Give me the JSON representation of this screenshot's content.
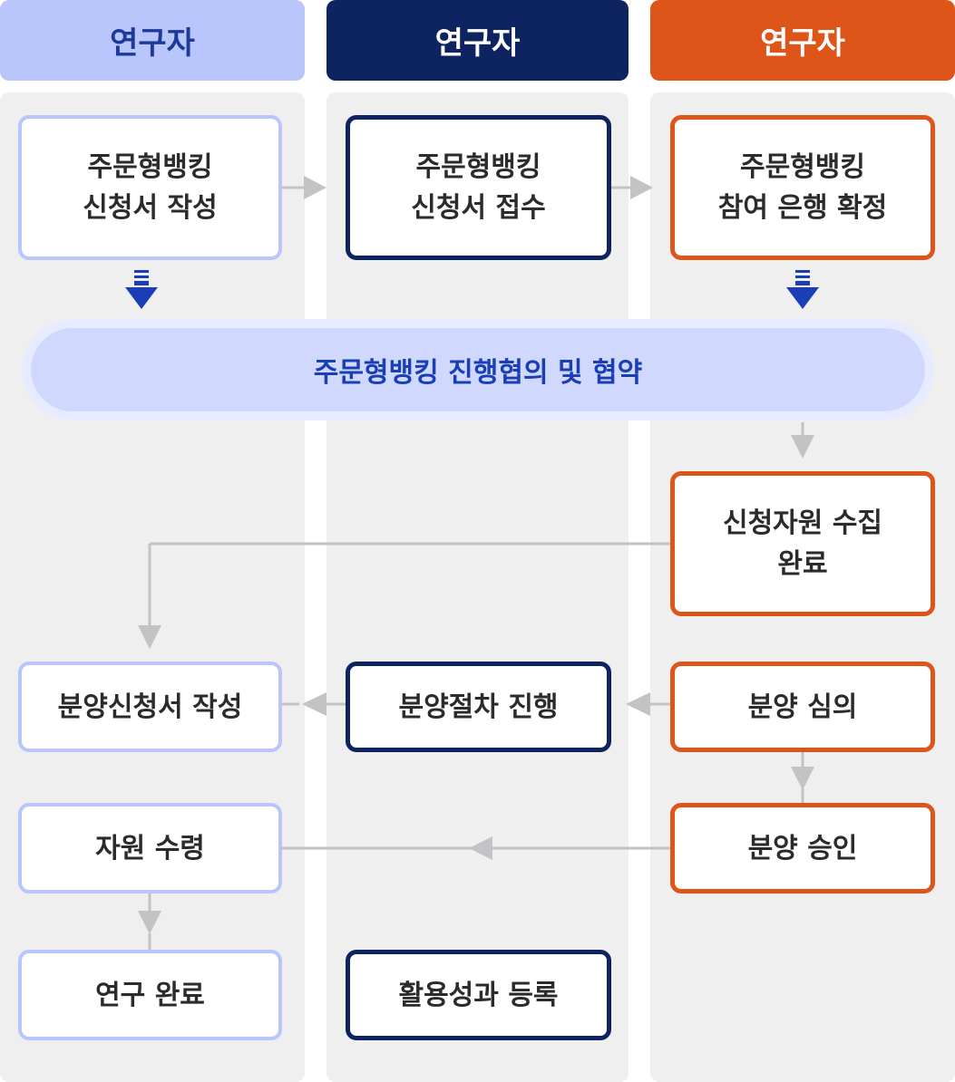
{
  "lanes": [
    {
      "title": "연구자",
      "bg": "#b9c6fb",
      "color": "#1d3a9a"
    },
    {
      "title": "연구자",
      "bg": "#0e2460",
      "color": "#ffffff"
    },
    {
      "title": "연구자",
      "bg": "#dd5519",
      "color": "#ffffff"
    }
  ],
  "steps": {
    "apply_write": "주문형뱅킹\n신청서 작성",
    "apply_receive": "주문형뱅킹\n신청서 접수",
    "bank_confirm": "주문형뱅킹\n참여 은행 확정",
    "consult": "주문형뱅킹 진행협의 및 협약",
    "collect_done": "신청자원 수집\n완료",
    "dist_write": "분양신청서 작성",
    "dist_proceed": "분양절차 진행",
    "dist_review": "분양 심의",
    "dist_approve": "분양 승인",
    "resource_receive": "자원 수령",
    "research_done": "연구 완료",
    "outcome_register": "활용성과 등록"
  },
  "colors": {
    "arrow": "#c3c3c5",
    "highlight_arrow": "#1a3eb5"
  }
}
